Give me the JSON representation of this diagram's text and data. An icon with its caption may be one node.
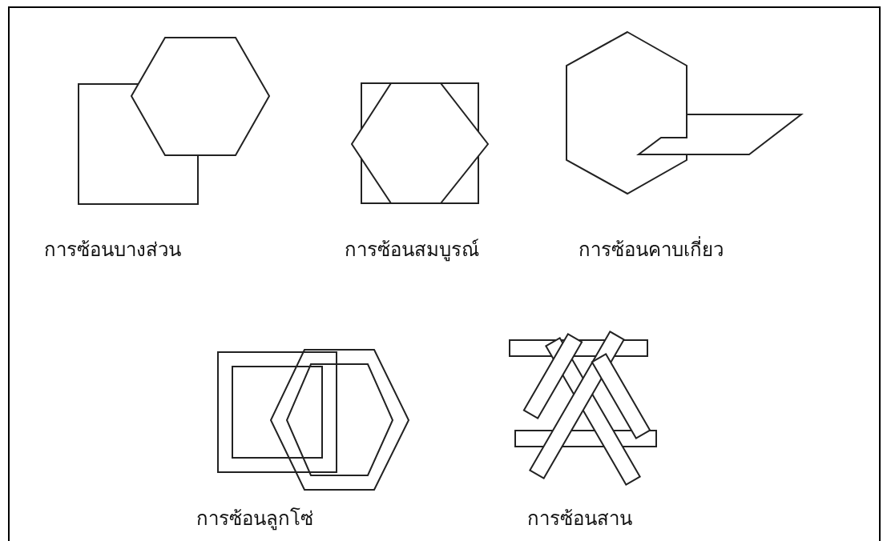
{
  "diagram": {
    "labels": [
      "การซ้อนบางส่วน",
      "การซ้อนสมบูรณ์",
      "การซ้อนคาบเกี่ยว",
      "การซ้อนลูกโซ่",
      "การซ้อนสาน"
    ]
  }
}
